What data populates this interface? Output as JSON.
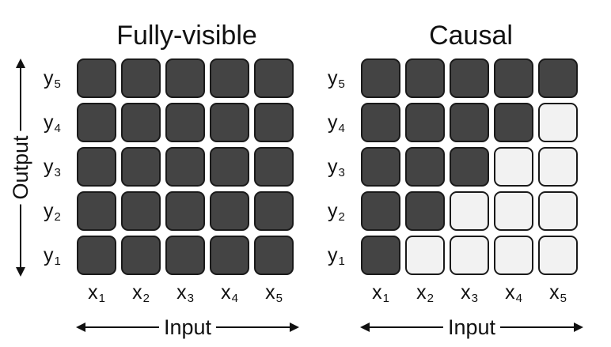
{
  "panels": [
    {
      "title": "Fully-visible",
      "mask": [
        [
          1,
          1,
          1,
          1,
          1
        ],
        [
          1,
          1,
          1,
          1,
          1
        ],
        [
          1,
          1,
          1,
          1,
          1
        ],
        [
          1,
          1,
          1,
          1,
          1
        ],
        [
          1,
          1,
          1,
          1,
          1
        ]
      ]
    },
    {
      "title": "Causal",
      "mask": [
        [
          1,
          1,
          1,
          1,
          1
        ],
        [
          1,
          1,
          1,
          1,
          0
        ],
        [
          1,
          1,
          1,
          0,
          0
        ],
        [
          1,
          1,
          0,
          0,
          0
        ],
        [
          1,
          0,
          0,
          0,
          0
        ]
      ]
    }
  ],
  "y_labels": [
    {
      "base": "y",
      "sub": "5"
    },
    {
      "base": "y",
      "sub": "4"
    },
    {
      "base": "y",
      "sub": "3"
    },
    {
      "base": "y",
      "sub": "2"
    },
    {
      "base": "y",
      "sub": "1"
    }
  ],
  "x_labels": [
    {
      "base": "x",
      "sub": "1"
    },
    {
      "base": "x",
      "sub": "2"
    },
    {
      "base": "x",
      "sub": "3"
    },
    {
      "base": "x",
      "sub": "4"
    },
    {
      "base": "x",
      "sub": "5"
    }
  ],
  "input_label": "Input",
  "output_label": "Output",
  "colors": {
    "active": "#444444",
    "inactive": "#f2f2f2",
    "border": "#1a1a1a"
  }
}
